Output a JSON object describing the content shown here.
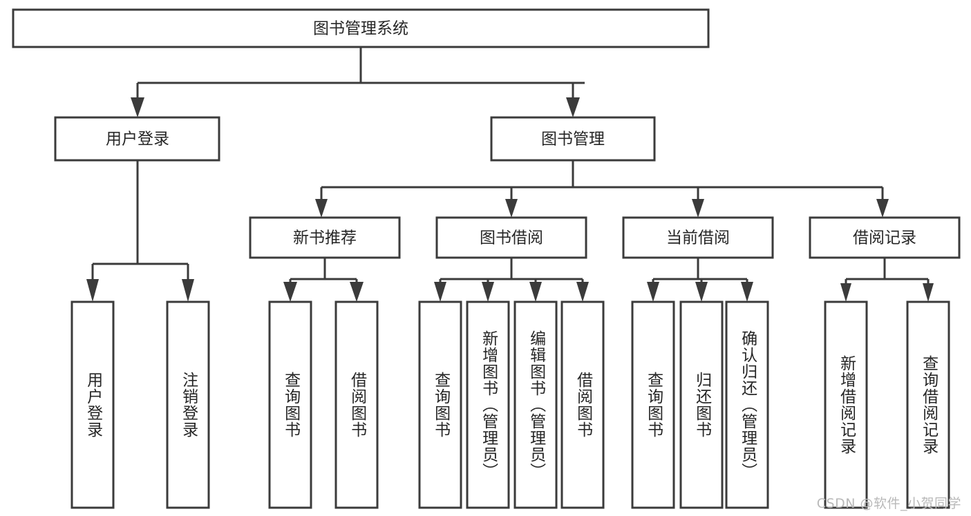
{
  "diagram": {
    "type": "tree-hierarchy",
    "title": "图书管理系统",
    "root": {
      "id": "root",
      "label": "图书管理系统",
      "orientation": "horizontal"
    },
    "level2": [
      {
        "id": "user-login",
        "label": "用户登录",
        "orientation": "horizontal"
      },
      {
        "id": "book-management",
        "label": "图书管理",
        "orientation": "horizontal"
      }
    ],
    "level3": [
      {
        "id": "new-book-recommend",
        "label": "新书推荐",
        "parent": "book-management",
        "orientation": "horizontal"
      },
      {
        "id": "book-borrow",
        "label": "图书借阅",
        "parent": "book-management",
        "orientation": "horizontal"
      },
      {
        "id": "current-borrow",
        "label": "当前借阅",
        "parent": "book-management",
        "orientation": "horizontal"
      },
      {
        "id": "borrow-record",
        "label": "借阅记录",
        "parent": "book-management",
        "orientation": "horizontal"
      }
    ],
    "leaves": [
      {
        "id": "leaf-user-login",
        "label": "用户登录",
        "parent": "user-login",
        "orientation": "vertical"
      },
      {
        "id": "leaf-user-logout",
        "label": "注销登录",
        "parent": "user-login",
        "orientation": "vertical"
      },
      {
        "id": "leaf-query-book-1",
        "label": "查询图书",
        "parent": "new-book-recommend",
        "orientation": "vertical"
      },
      {
        "id": "leaf-borrow-book-1",
        "label": "借阅图书",
        "parent": "new-book-recommend",
        "orientation": "vertical"
      },
      {
        "id": "leaf-query-book-2",
        "label": "查询图书",
        "parent": "book-borrow",
        "orientation": "vertical"
      },
      {
        "id": "leaf-add-book",
        "label": "新增图书（管理员）",
        "parent": "book-borrow",
        "orientation": "vertical"
      },
      {
        "id": "leaf-edit-book",
        "label": "编辑图书（管理员）",
        "parent": "book-borrow",
        "orientation": "vertical"
      },
      {
        "id": "leaf-borrow-book-2",
        "label": "借阅图书",
        "parent": "book-borrow",
        "orientation": "vertical"
      },
      {
        "id": "leaf-query-book-3",
        "label": "查询图书",
        "parent": "current-borrow",
        "orientation": "vertical"
      },
      {
        "id": "leaf-return-book",
        "label": "归还图书",
        "parent": "current-borrow",
        "orientation": "vertical"
      },
      {
        "id": "leaf-confirm-return",
        "label": "确认归还（管理员）",
        "parent": "current-borrow",
        "orientation": "vertical"
      },
      {
        "id": "leaf-add-record",
        "label": "新增借阅记录",
        "parent": "borrow-record",
        "orientation": "vertical"
      },
      {
        "id": "leaf-query-record",
        "label": "查询借阅记录",
        "parent": "borrow-record",
        "orientation": "vertical"
      }
    ],
    "colors": {
      "background": "#ffffff",
      "box_fill": "#ffffff",
      "box_stroke": "#3b3b3b",
      "text": "#262626",
      "watermark": "#b9b9b9"
    }
  },
  "watermark": {
    "text": "CSDN @软件_小贺同学"
  }
}
